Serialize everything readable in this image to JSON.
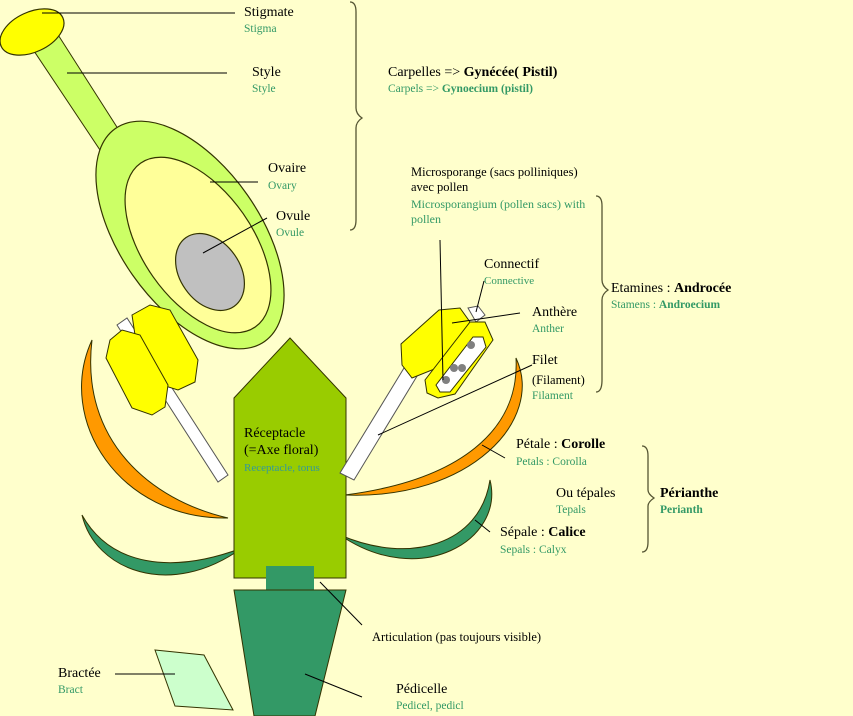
{
  "colors": {
    "background": "#FFFFCC",
    "stigma": "#FFFF00",
    "style_ovary": "#CCFF66",
    "ovary_inner": "#FFFF99",
    "ovule": "#C0C0C0",
    "receptacle": "#99CC00",
    "petal": "#FF9900",
    "sepal_pedicel": "#339966",
    "bract": "#CCFFCC",
    "anther": "#FFFF00",
    "filament": "#FFFFFF",
    "english_label": "#339966"
  },
  "labels": {
    "stigmate": {
      "fr": "Stigmate",
      "en": "Stigma"
    },
    "style": {
      "fr": "Style",
      "en": "Style"
    },
    "carpelles": {
      "fr_plain": "Carpelles => ",
      "fr_bold": "Gynécée( Pistil)",
      "en_plain": "Carpels => ",
      "en_bold": "Gynoecium (pistil)"
    },
    "ovaire": {
      "fr": "Ovaire",
      "en": "Ovary"
    },
    "ovule": {
      "fr": "Ovule",
      "en": "Ovule"
    },
    "microsporange": {
      "fr_line1": "Microsporange (sacs polliniques)",
      "fr_line2": "avec pollen",
      "en_line1": "Microsporangium (pollen sacs) with",
      "en_line2": "pollen"
    },
    "connectif": {
      "fr": "Connectif",
      "en": "Connective"
    },
    "anthere": {
      "fr": "Anthère",
      "en": "Anther"
    },
    "filet": {
      "fr": "Filet",
      "fr2": "(Filament)",
      "en": "Filament"
    },
    "etamines": {
      "fr_plain": "Etamines : ",
      "fr_bold": "Androcée",
      "en_plain": "Stamens : ",
      "en_bold": "Androecium"
    },
    "receptacle": {
      "fr_line1": "Réceptacle",
      "fr_line2": "(=Axe floral)",
      "en": "Receptacle, torus"
    },
    "petale": {
      "fr_plain": "Pétale : ",
      "fr_bold": "Corolle",
      "en": "Petals : Corolla"
    },
    "tepales": {
      "fr": "Ou tépales",
      "en": "Tepals"
    },
    "perianthe": {
      "fr": "Périanthe",
      "en": "Perianth"
    },
    "sepale": {
      "fr_plain": "Sépale : ",
      "fr_bold": "Calice",
      "en": "Sepals : Calyx"
    },
    "articulation": {
      "fr": "Articulation (pas toujours visible)"
    },
    "bractee": {
      "fr": "Bractée",
      "en": "Bract"
    },
    "pedicelle": {
      "fr": "Pédicelle",
      "en": "Pedicel, pedicl"
    }
  }
}
